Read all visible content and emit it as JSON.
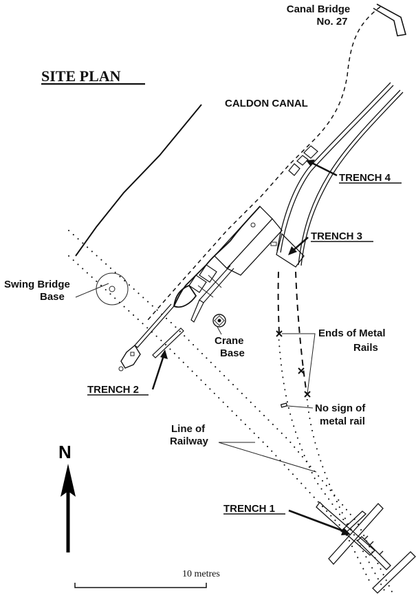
{
  "title": "SITE PLAN",
  "labels": {
    "canal_bridge_line1": "Canal Bridge",
    "canal_bridge_line2": "No. 27",
    "caldon_canal": "CALDON CANAL",
    "trench4": "TRENCH 4",
    "trench3": "TRENCH 3",
    "trench2": "TRENCH 2",
    "trench1": "TRENCH 1",
    "swing_bridge_line1": "Swing Bridge",
    "swing_bridge_line2": "Base",
    "crane_line1": "Crane",
    "crane_line2": "Base",
    "ends_rails_line1": "Ends of Metal",
    "ends_rails_line2": "Rails",
    "no_sign_line1": "No sign of",
    "no_sign_line2": "metal rail",
    "railway_line1": "Line of",
    "railway_line2": "Railway"
  },
  "north_arrow": {
    "label": "N",
    "icon": "north-arrow-icon"
  },
  "scale_bar": {
    "label": "10 metres",
    "length_m": 10
  },
  "colors": {
    "ink": "#111111",
    "background": "#ffffff"
  }
}
